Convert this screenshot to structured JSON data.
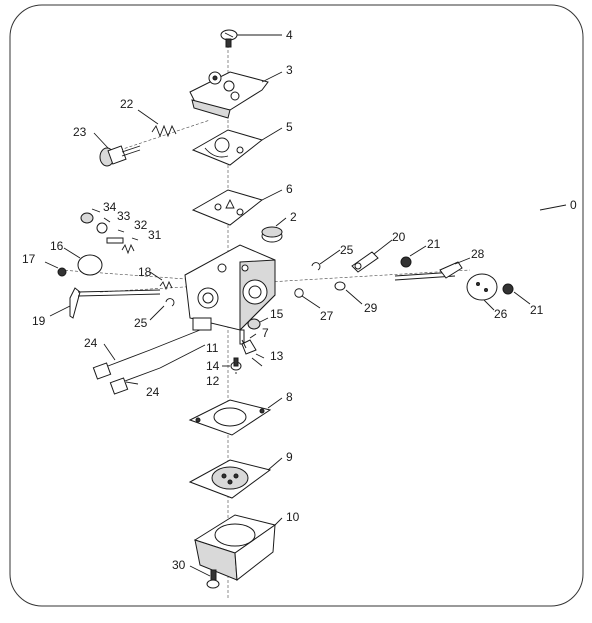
{
  "callouts": {
    "c0": "0",
    "c2": "2",
    "c3": "3",
    "c4": "4",
    "c5": "5",
    "c6": "6",
    "c7": "7",
    "c8": "8",
    "c9": "9",
    "c10": "10",
    "c11": "11",
    "c12": "12",
    "c13": "13",
    "c14": "14",
    "c15": "15",
    "c16": "16",
    "c17": "17",
    "c18": "18",
    "c19": "19",
    "c20": "20",
    "c21a": "21",
    "c21b": "21",
    "c22": "22",
    "c23": "23",
    "c24a": "24",
    "c24b": "24",
    "c25a": "25",
    "c25b": "25",
    "c26": "26",
    "c27": "27",
    "c28": "28",
    "c29": "29",
    "c30": "30",
    "c31": "31",
    "c32": "32",
    "c33": "33",
    "c34": "34"
  }
}
